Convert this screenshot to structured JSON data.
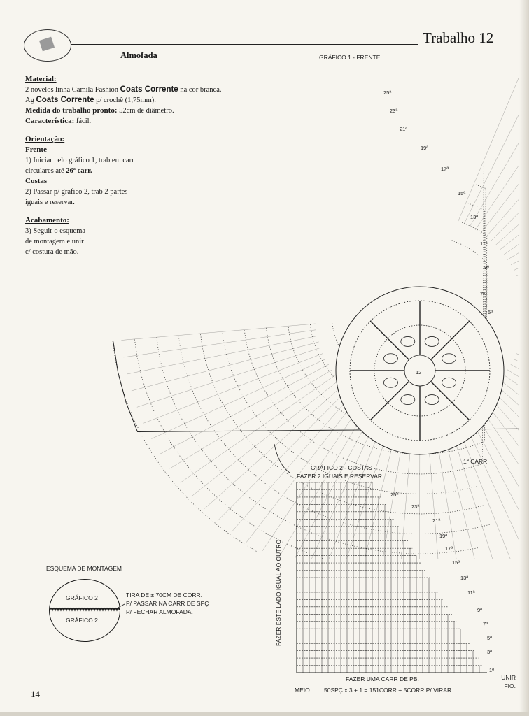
{
  "header": {
    "work_title": "Trabalho 12",
    "item_title": "Almofada"
  },
  "material": {
    "heading": "Material:",
    "line1": "2 novelos linha Camila Fashion",
    "brand1": "Coats Corrente",
    "line1_end": "na cor branca.",
    "line2_start": "Ag",
    "brand2": "Coats Corrente",
    "line2_end": "p/ crochê (1,75mm).",
    "size_label": "Medida do trabalho pronto:",
    "size_value": "52cm de diâmetro.",
    "feature_label": "Característica:",
    "feature_value": "fácil."
  },
  "orientacao": {
    "heading": "Orientação:",
    "frente_title": "Frente",
    "frente_text_a": "1)  Iniciar pelo gráfico 1, trab em carr",
    "frente_text_b": "circulares até",
    "frente_text_bold": "26ª carr.",
    "costas_title": "Costas",
    "costas_text_a": "2)  Passar p/ gráfico 2, trab 2 partes",
    "costas_text_b": "iguais e reservar."
  },
  "acabamento": {
    "heading": "Acabamento:",
    "line1": "3)  Seguir o esquema",
    "line2": "de montagem e unir",
    "line3": "c/ costura de mão."
  },
  "grafico1": {
    "title": "GRÁFICO 1 - FRENTE",
    "rounds": [
      "25ª",
      "23ª",
      "21ª",
      "19ª",
      "17ª",
      "15ª",
      "13ª",
      "11ª",
      "9ª",
      "7ª",
      "5ª"
    ],
    "center": "12",
    "first_round": "1ª CARR"
  },
  "grafico2": {
    "title": "GRÁFICO 2 - COSTAS",
    "subtitle": "FAZER 2 IGUAIS E RESERVAR.",
    "rounds": [
      "25ª",
      "23ª",
      "21ª",
      "19ª",
      "17ª",
      "15ª",
      "13ª",
      "11ª",
      "9ª",
      "7ª",
      "5ª",
      "3ª",
      "1ª"
    ],
    "side_note": "FAZER ESTE LADO IGUAL AO OUTRO",
    "bottom_note": "FAZER UMA CARR DE PB.",
    "meio": "MEIO",
    "formula": "50SPÇ x 3 + 1 = 151CORR + 5CORR P/ VIRAR.",
    "unir_1": "UNIR",
    "unir_2": "FIO."
  },
  "esquema": {
    "title": "ESQUEMA DE MONTAGEM",
    "top_label": "GRÁFICO 2",
    "bottom_label": "GRÁFICO 2",
    "note_1": "TIRA DE ± 70CM DE CORR.",
    "note_2": "P/ PASSAR NA CARR DE SPÇ",
    "note_3": "P/ FECHAR ALMOFADA."
  },
  "page_number": "14"
}
